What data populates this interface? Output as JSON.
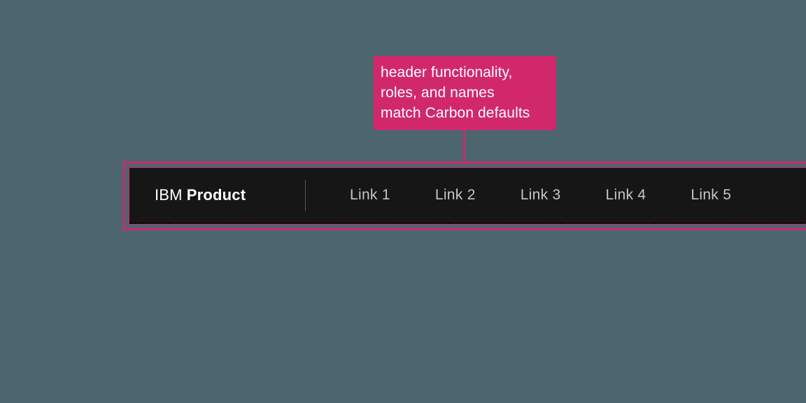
{
  "colors": {
    "background": "#4c656e",
    "magenta": "#d1286c",
    "header_bg": "#161616",
    "link_text": "#c6c6c6",
    "brand_text": "#ffffff"
  },
  "callout": {
    "lines": [
      "header functionality,",
      "roles, and names",
      "match Carbon defaults"
    ]
  },
  "header": {
    "brand_prefix": "IBM",
    "brand_name": "Product",
    "links": [
      "Link 1",
      "Link 2",
      "Link 3",
      "Link 4",
      "Link 5"
    ]
  }
}
